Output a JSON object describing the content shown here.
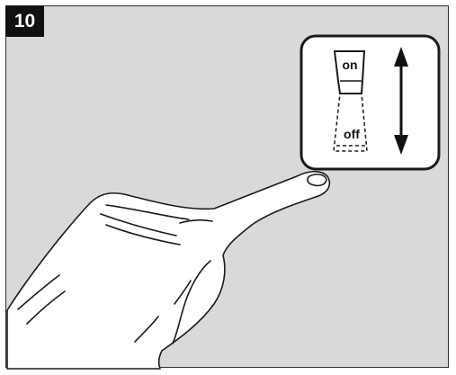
{
  "step": {
    "number": "10"
  },
  "switch": {
    "on_label": "on",
    "off_label": "off",
    "state": "on"
  },
  "icons": {
    "arrow": "double-arrow-icon",
    "hand": "pointing-hand-icon"
  },
  "colors": {
    "background": "#d9d9d9",
    "badge": "#111111",
    "line": "#1a1a1a"
  }
}
